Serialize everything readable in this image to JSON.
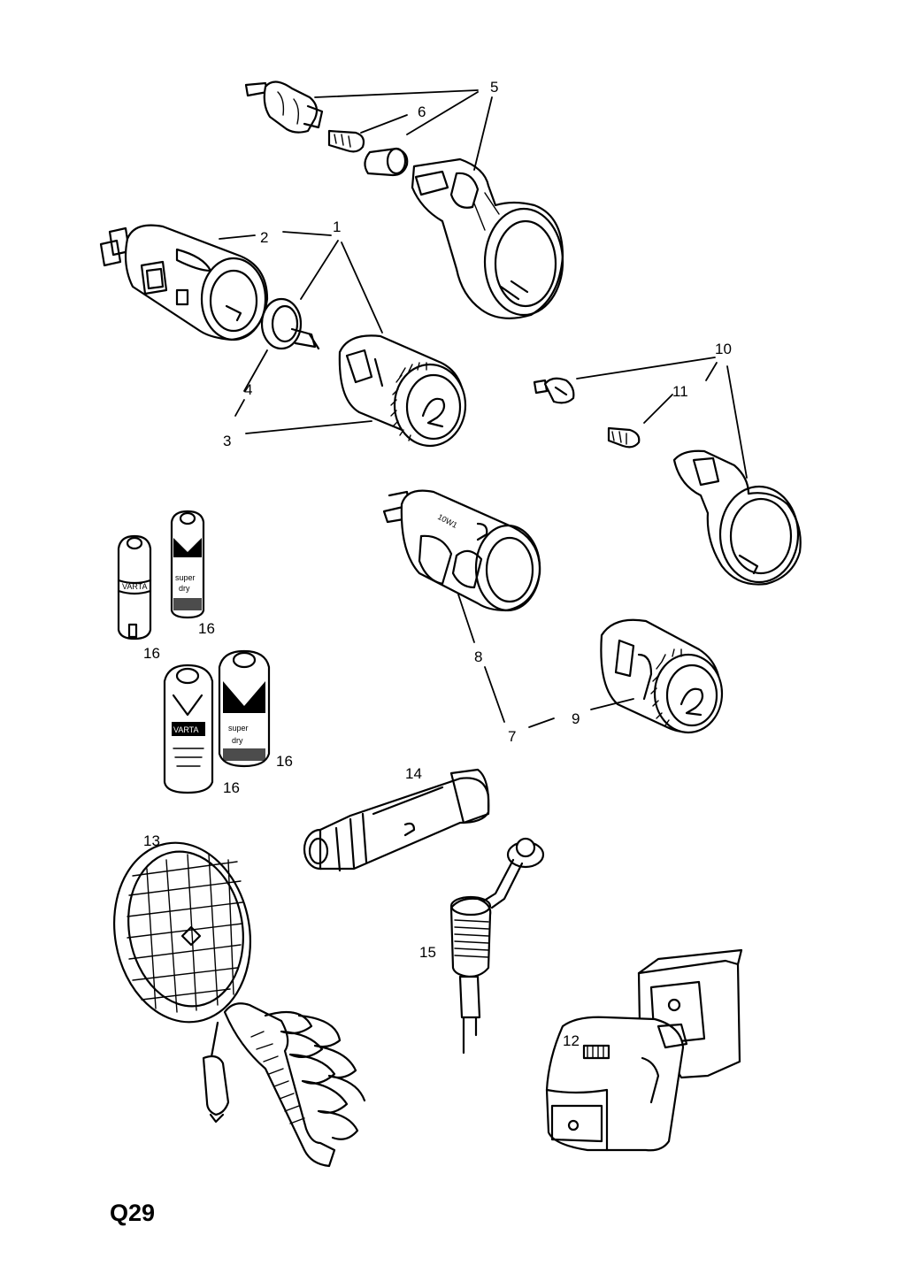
{
  "page_code": "Q29",
  "callouts": {
    "c1": "1",
    "c2": "2",
    "c3": "3",
    "c4": "4",
    "c5": "5",
    "c6": "6",
    "c7": "7",
    "c8": "8",
    "c9": "9",
    "c10": "10",
    "c11": "11",
    "c12": "12",
    "c13": "13",
    "c14": "14",
    "c15": "15",
    "c16a": "16",
    "c16b": "16",
    "c16c": "16",
    "c16d": "16"
  },
  "markings": {
    "battery_brand": "VARTA",
    "battery_line1": "super",
    "battery_line2": "dry",
    "socket_print": "10W1"
  }
}
